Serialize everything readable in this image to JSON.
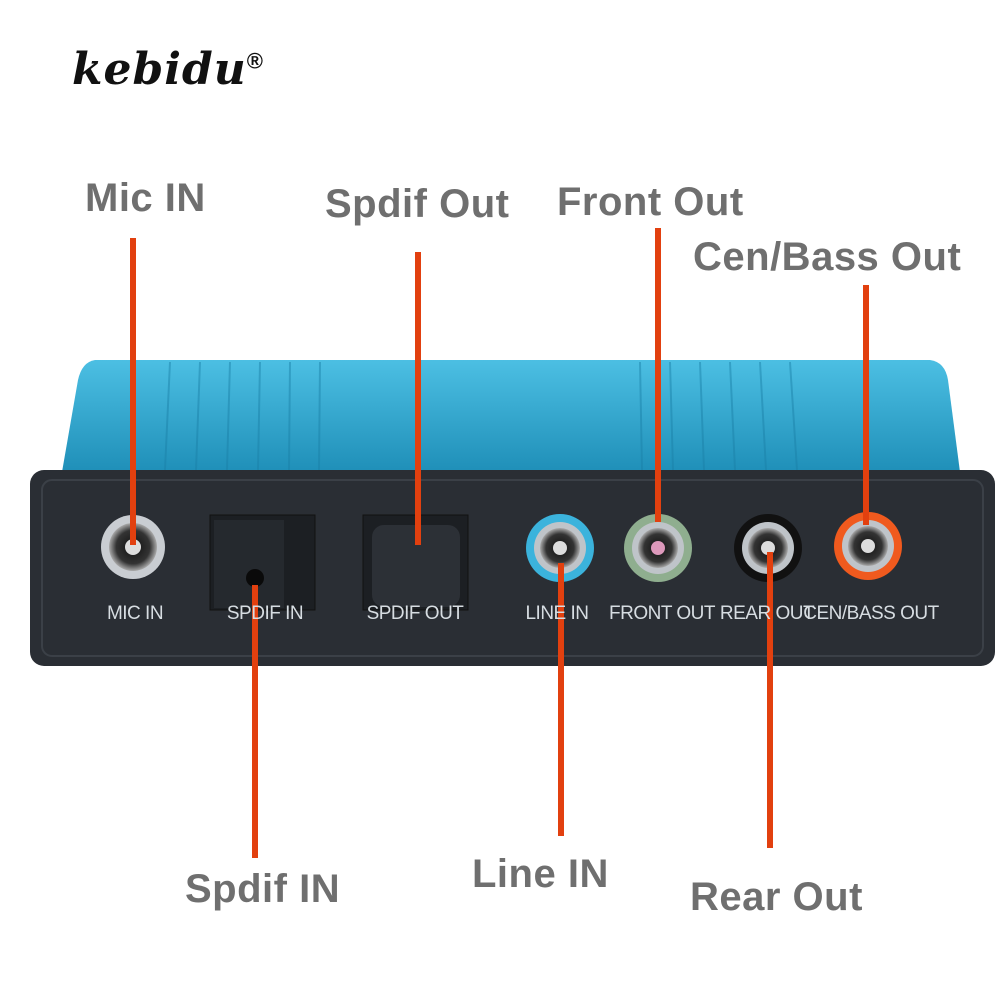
{
  "brand": {
    "logo": "kebidu",
    "registered_mark": "®"
  },
  "callouts": {
    "mic_in": "Mic IN",
    "spdif_out": "Spdif Out",
    "front_out": "Front Out",
    "cen_bass_out": "Cen/Bass Out",
    "spdif_in": "Spdif IN",
    "line_in": "Line IN",
    "rear_out": "Rear Out"
  },
  "panel_labels": {
    "mic_in": "MIC IN",
    "spdif_in": "SPDIF IN",
    "spdif_out": "SPDIF OUT",
    "line_in": "LINE IN",
    "front_out": "FRONT OUT",
    "rear_out": "REAR OUT",
    "cen_bass_out": "CEN/BASS OUT"
  },
  "colors": {
    "callout_line": "#e2400f",
    "case": "#2aa6cf",
    "panel": "#2a2e34",
    "line_in_ring": "#3bb3dc",
    "front_out_ring": "#8fae8f",
    "rear_out_ring": "#111111",
    "cen_bass_ring": "#f05a1e"
  }
}
